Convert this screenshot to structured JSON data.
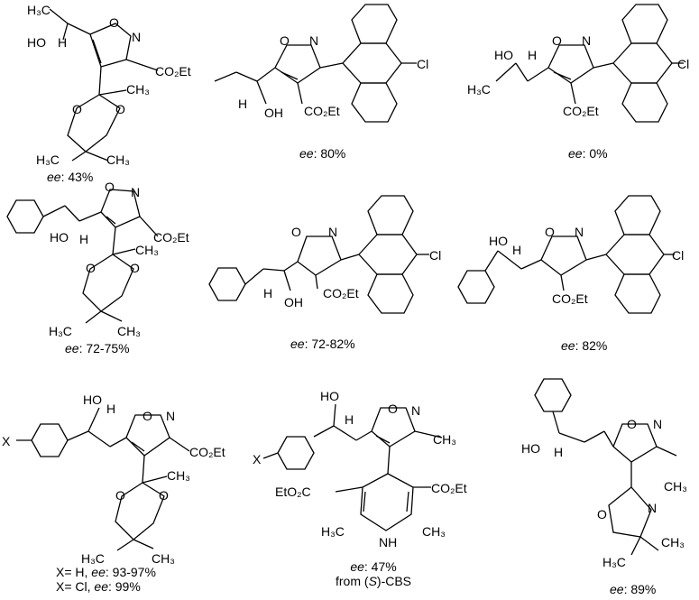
{
  "compounds": [
    {
      "caption": ": 43%",
      "lines": []
    },
    {
      "caption": ": 80%",
      "lines": []
    },
    {
      "caption": ": 0%",
      "lines": []
    },
    {
      "caption": ": 72-75%",
      "lines": []
    },
    {
      "caption": ": 72-82%",
      "lines": []
    },
    {
      "caption": ": 82%",
      "lines": []
    },
    {
      "caption": "",
      "lines": [
        "X= H, ",
        "X= Cl, "
      ],
      "line_values": [
        ": 93-97%",
        ": 99%"
      ]
    },
    {
      "caption": ": 47%",
      "lines": [
        "from (",
        ")-CBS"
      ],
      "line_values": [
        "S"
      ]
    },
    {
      "caption": ": 89%",
      "lines": []
    }
  ],
  "ee_label": "ee",
  "atom_labels": {
    "OH": "OH",
    "HO": "HO",
    "H": "H",
    "N": "N",
    "O": "O",
    "NH": "NH",
    "H_sub": "H",
    "Cl": "Cl",
    "X": "X",
    "CO2Et": "CO₂Et",
    "EtO2C": "EtO₂C",
    "CH3": "CH₃",
    "H3C": "H₃C",
    "isoxO": "O"
  }
}
